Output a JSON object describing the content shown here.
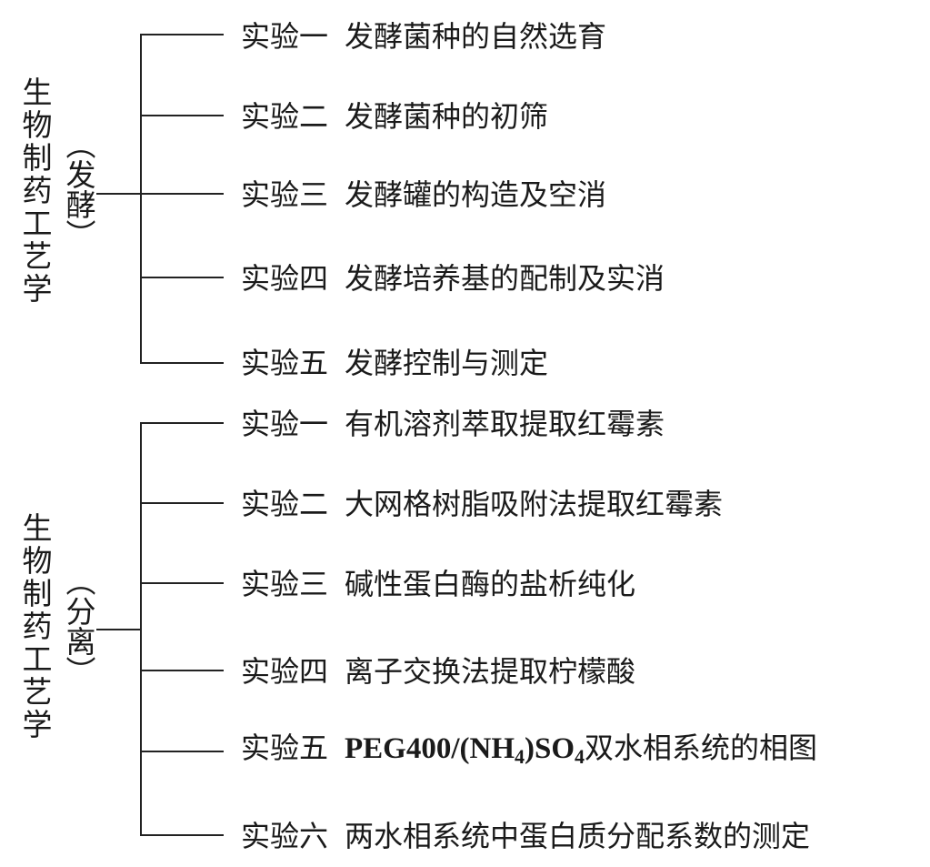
{
  "groups": [
    {
      "title": "生物制药工艺学",
      "subtitle": "（发酵）",
      "items": [
        {
          "num": "实验一",
          "text": "发酵菌种的自然选育"
        },
        {
          "num": "实验二",
          "text": "发酵菌种的初筛"
        },
        {
          "num": "实验三",
          "text": "发酵罐的构造及空消"
        },
        {
          "num": "实验四",
          "text": "发酵培养基的配制及实消"
        },
        {
          "num": "实验五",
          "text": "发酵控制与测定"
        }
      ]
    },
    {
      "title": "生物制药工艺学",
      "subtitle": "（分离）",
      "items": [
        {
          "num": "实验一",
          "text": "有机溶剂萃取提取红霉素"
        },
        {
          "num": "实验二",
          "text": "大网格树脂吸附法提取红霉素"
        },
        {
          "num": "实验三",
          "text": "碱性蛋白酶的盐析纯化"
        },
        {
          "num": "实验四",
          "text": "离子交换法提取柠檬酸"
        },
        {
          "num": "实验五",
          "formula": {
            "a": "PEG400/(NH",
            "sub1": "4",
            "b": ")SO",
            "sub2": "4"
          },
          "text": "双水相系统的相图"
        },
        {
          "num": "实验六",
          "text": "两水相系统中蛋白质分配系数的测定"
        }
      ]
    }
  ]
}
